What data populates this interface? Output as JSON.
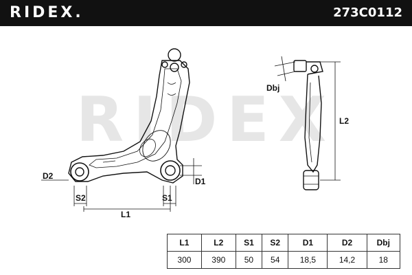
{
  "header": {
    "brand": "RIDEX.",
    "part_number": "273C0112",
    "background_color": "#111111",
    "text_color": "#ffffff"
  },
  "watermark": "RIDEX",
  "diagram_labels": {
    "d2": "D2",
    "s2": "S2",
    "l1": "L1",
    "s1": "S1",
    "d1": "D1",
    "dbj": "Dbj",
    "l2": "L2"
  },
  "specs": {
    "headers": [
      "L1",
      "L2",
      "S1",
      "S2",
      "D1",
      "D2",
      "Dbj"
    ],
    "values": [
      "300",
      "390",
      "50",
      "54",
      "18,5",
      "14,2",
      "18"
    ]
  }
}
